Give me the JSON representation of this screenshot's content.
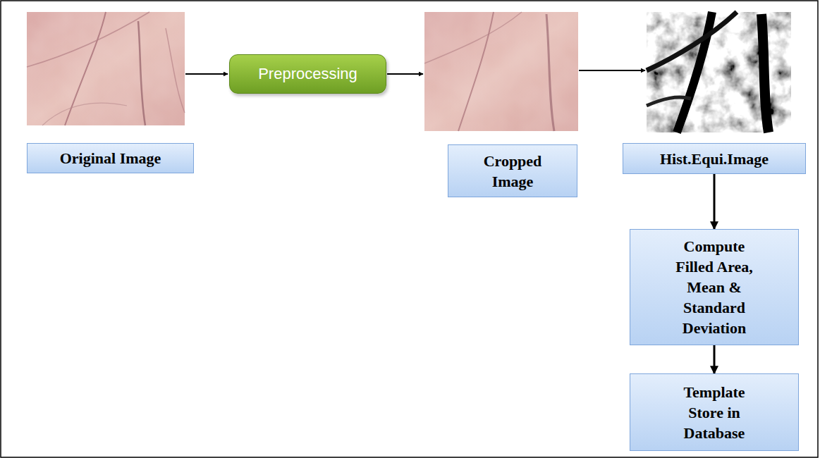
{
  "diagram": {
    "nodes": [
      {
        "text": [
          "Original Image"
        ]
      },
      {
        "text": [
          "Preprocessing"
        ]
      },
      {
        "text": [
          "Cropped Image"
        ]
      },
      {
        "text": [
          "Hist.Equi.Image"
        ]
      },
      {
        "text": [
          "Compute Filled Area, Mean & Standard Deviation"
        ]
      },
      {
        "text": [
          "Template Store in Database"
        ]
      }
    ],
    "edges": [
      {
        "from": 3,
        "to": 4,
        "arrow": "to"
      },
      {
        "from": 4,
        "to": 5,
        "arrow": "to"
      }
    ]
  }
}
